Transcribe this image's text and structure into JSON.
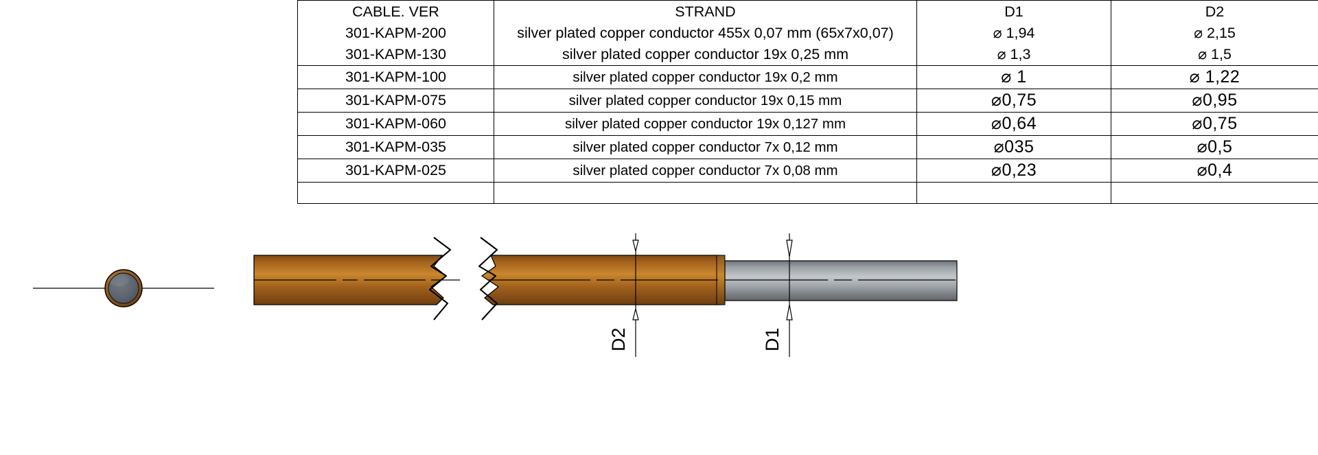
{
  "table": {
    "headers": {
      "cable_ver": "CABLE. VER",
      "strand": "STRAND",
      "d1": "D1",
      "d2": "D2"
    },
    "rows": [
      {
        "cable_ver": "301-KAPM-200",
        "strand": "silver plated copper conductor 455x 0,07 mm (65x7x0,07)",
        "d1": "⌀ 1,94",
        "d2": "⌀ 2,15"
      },
      {
        "cable_ver": "301-KAPM-130",
        "strand": "silver plated copper conductor 19x 0,25 mm",
        "d1": "⌀ 1,3",
        "d2": "⌀ 1,5"
      },
      {
        "cable_ver": "301-KAPM-100",
        "strand": "silver plated copper conductor 19x 0,2 mm",
        "d1": "⌀ 1",
        "d2": "⌀ 1,22"
      },
      {
        "cable_ver": "301-KAPM-075",
        "strand": "silver plated copper conductor 19x 0,15 mm",
        "d1": "⌀0,75",
        "d2": "⌀0,95"
      },
      {
        "cable_ver": "301-KAPM-060",
        "strand": "silver plated copper conductor 19x 0,127 mm",
        "d1": "⌀0,64",
        "d2": "⌀0,75"
      },
      {
        "cable_ver": "301-KAPM-035",
        "strand": "silver plated copper conductor 7x 0,12 mm",
        "d1": "⌀035",
        "d2": "⌀0,5"
      },
      {
        "cable_ver": "301-KAPM-025",
        "strand": "silver plated copper conductor 7x 0,08 mm",
        "d1": "⌀0,23",
        "d2": "⌀0,4"
      },
      {
        "cable_ver": "",
        "strand": "",
        "d1": "",
        "d2": ""
      }
    ]
  },
  "drawing": {
    "dimension_labels": {
      "d2": "D2",
      "d1": "D1"
    },
    "colors": {
      "jacket_copper": "#a5631d",
      "jacket_copper_light": "#c9872e",
      "jacket_copper_dark": "#6e3f10",
      "conductor_gray": "#8d9196",
      "conductor_gray_light": "#c3c7cb",
      "conductor_gray_dark": "#5f6468",
      "core_fill": "#5f6672",
      "outline": "#000000"
    }
  }
}
